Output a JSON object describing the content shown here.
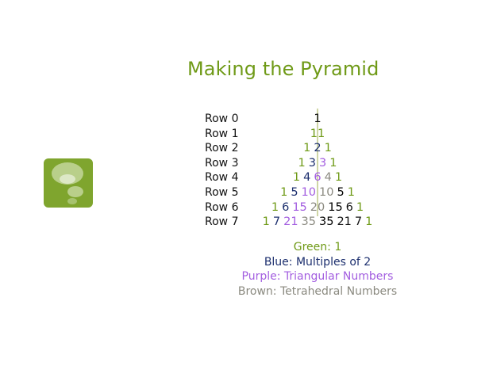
{
  "slide": {
    "title": "Making the Pyramid",
    "icon": "thought-bubble-icon"
  },
  "colors": {
    "green": "#6f9a17",
    "blue": "#1c2f6e",
    "purple": "#a35ee0",
    "brown": "#8b8a80",
    "lavender": "#7b70d4",
    "black": "#111111",
    "icon_bg": "#7fa52e",
    "axis_line": "#cfd6a6"
  },
  "rows": {
    "labels": [
      "Row 0",
      "Row 1",
      "Row 2",
      "Row 3",
      "Row 4",
      "Row 5",
      "Row 6",
      "Row 7"
    ]
  },
  "pyramid": {
    "row0": [
      {
        "v": "1",
        "c": "black"
      }
    ],
    "row1": [
      {
        "v": "1",
        "c": "green"
      },
      {
        "v": "1",
        "c": "green"
      }
    ],
    "row2": [
      {
        "v": "1",
        "c": "green"
      },
      {
        "v": "2",
        "c": "blue"
      },
      {
        "v": "1",
        "c": "green"
      }
    ],
    "row3": [
      {
        "v": "1",
        "c": "green"
      },
      {
        "v": "3",
        "c": "blue"
      },
      {
        "v": "3",
        "c": "purple"
      },
      {
        "v": "1",
        "c": "green"
      }
    ],
    "row4": [
      {
        "v": "1",
        "c": "green"
      },
      {
        "v": "4",
        "c": "blue"
      },
      {
        "v": "6",
        "c": "purple"
      },
      {
        "v": "4",
        "c": "brown"
      },
      {
        "v": "1",
        "c": "green"
      }
    ],
    "row5": [
      {
        "v": "1",
        "c": "green"
      },
      {
        "v": "5",
        "c": "blue"
      },
      {
        "v": "10",
        "c": "purple"
      },
      {
        "v": "10",
        "c": "brown"
      },
      {
        "v": "5",
        "c": "lavender"
      },
      {
        "v": "1",
        "c": "green"
      }
    ],
    "row6": [
      {
        "v": "1",
        "c": "green"
      },
      {
        "v": "6",
        "c": "blue"
      },
      {
        "v": "15",
        "c": "purple"
      },
      {
        "v": "20",
        "c": "brown"
      },
      {
        "v": "15",
        "c": "lavender"
      },
      {
        "v": "6",
        "c": "black"
      },
      {
        "v": "1",
        "c": "green"
      }
    ],
    "row7": [
      {
        "v": "1",
        "c": "green"
      },
      {
        "v": "7",
        "c": "blue"
      },
      {
        "v": "21",
        "c": "purple"
      },
      {
        "v": "35",
        "c": "brown"
      },
      {
        "v": "35",
        "c": "lavender"
      },
      {
        "v": "21",
        "c": "black"
      },
      {
        "v": "7",
        "c": "black"
      },
      {
        "v": "1",
        "c": "green"
      }
    ]
  },
  "legend": {
    "green": "Green: 1",
    "blue": "Blue: Multiples of  2",
    "purple": "Purple: Triangular Numbers",
    "brown": "Brown: Tetrahedral Numbers"
  }
}
